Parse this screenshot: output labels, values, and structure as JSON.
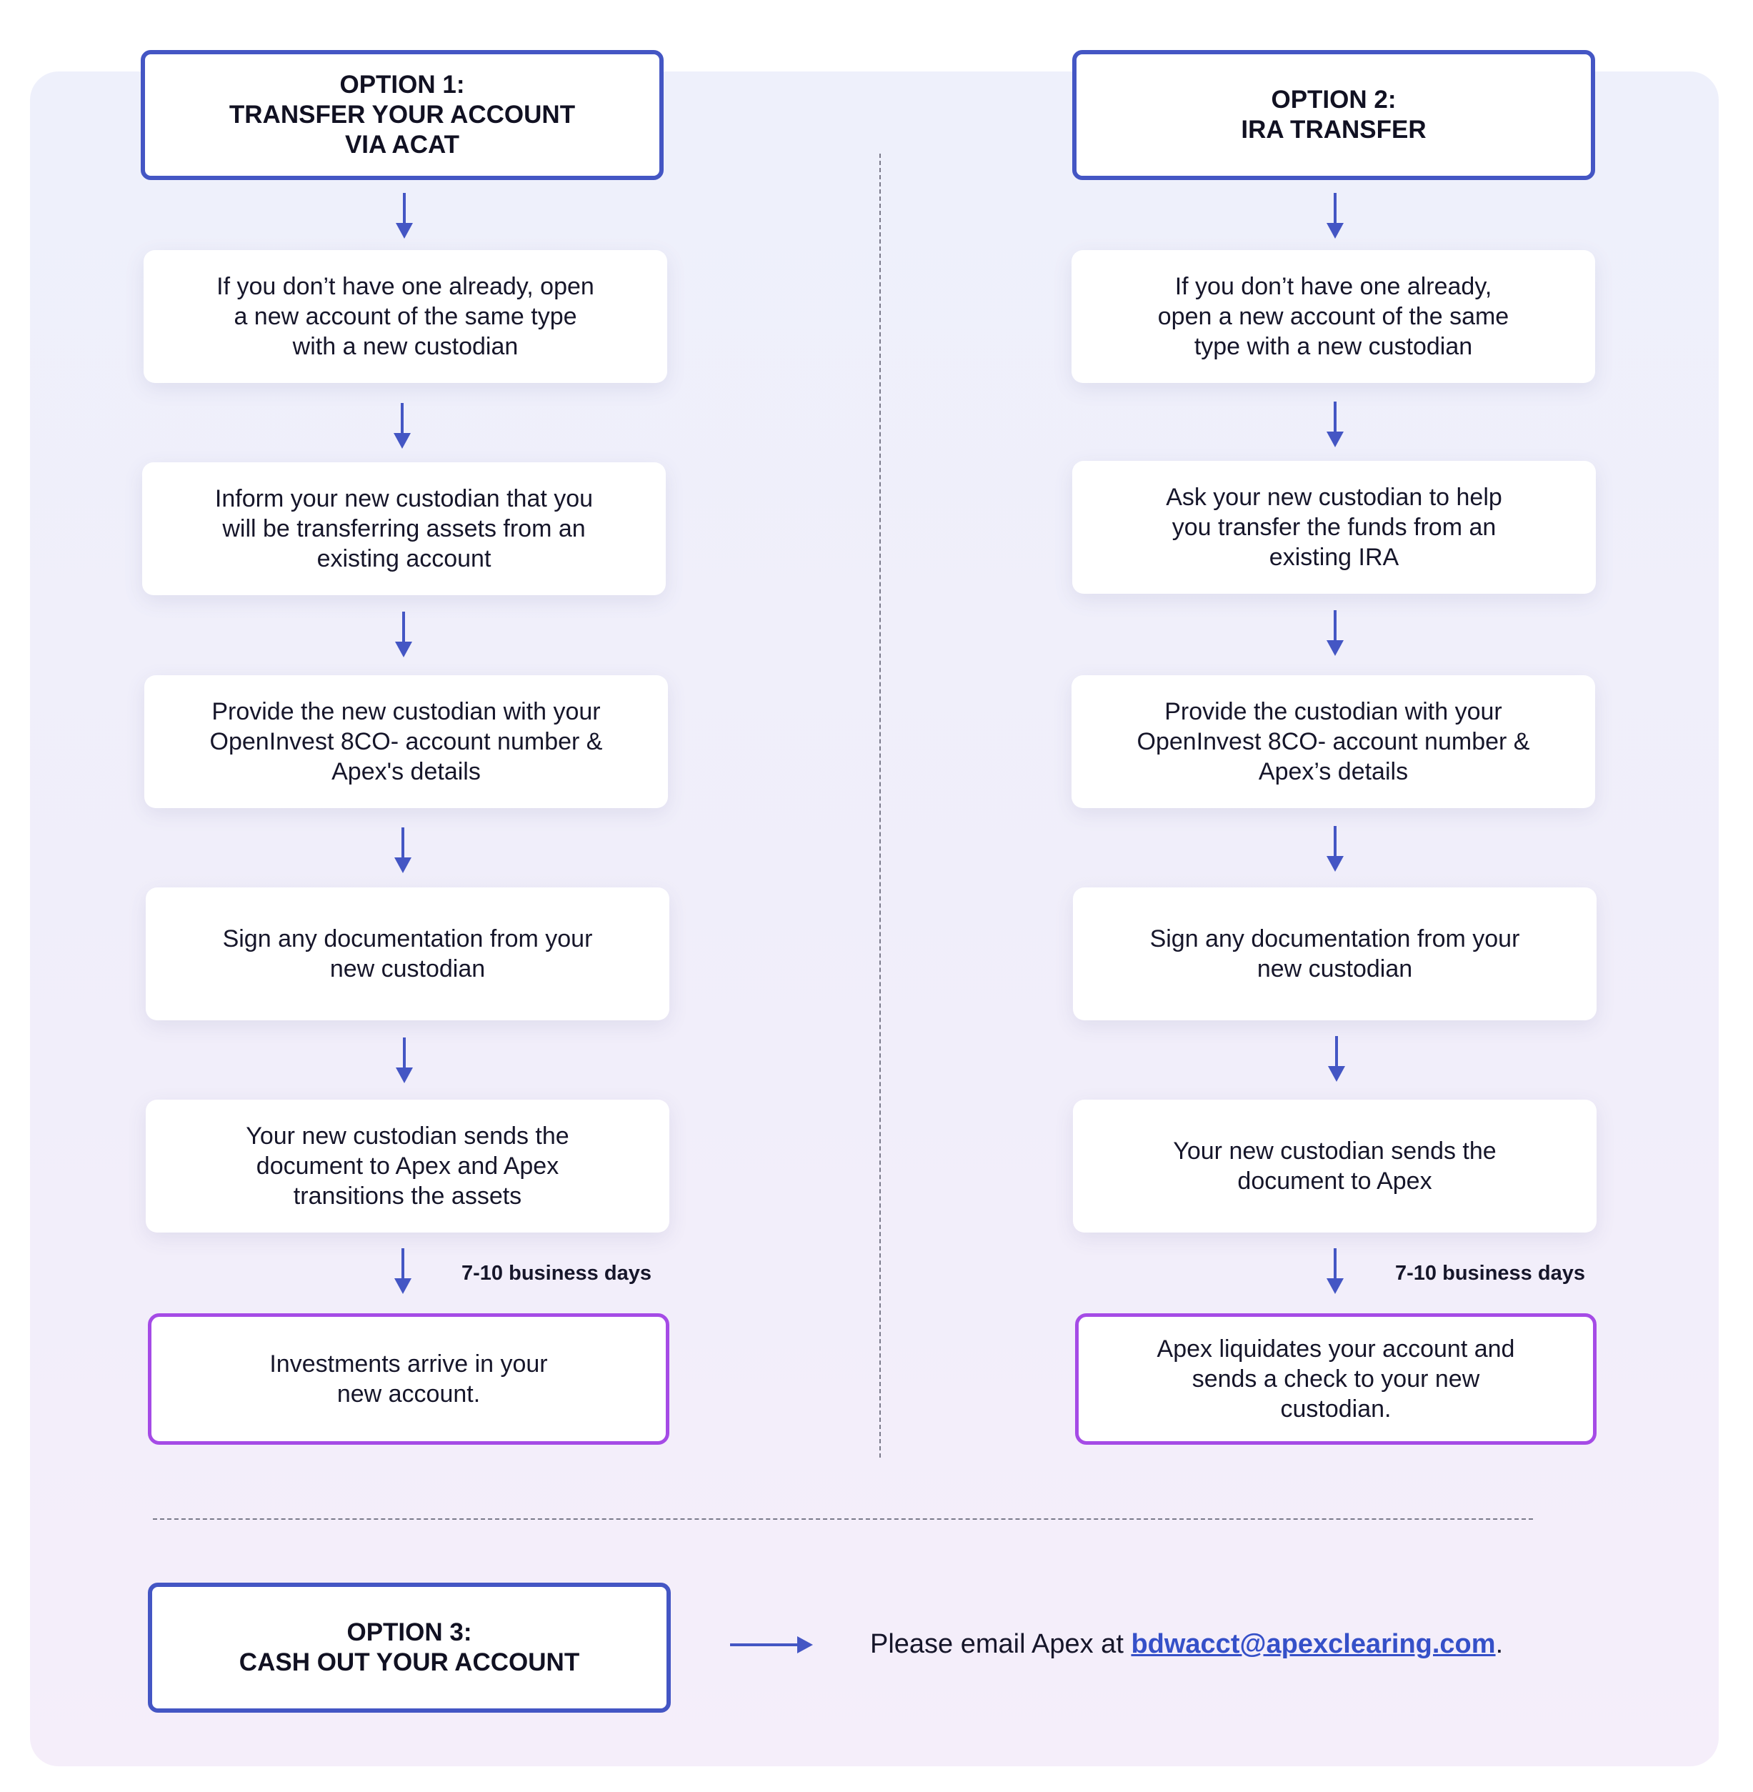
{
  "option1": {
    "title": "OPTION 1:\nTRANSFER YOUR ACCOUNT\nVIA ACAT",
    "steps": [
      "If you don’t have one already, open\na new account of the same type\nwith a new custodian",
      "Inform your new custodian that you\nwill be transferring assets from an\nexisting account",
      "Provide the new custodian with your\nOpenInvest 8CO- account number &\nApex's details",
      "Sign any documentation from your\nnew custodian",
      "Your new custodian sends the\ndocument to Apex and Apex\ntransitions the assets"
    ],
    "duration": "7-10 business days",
    "result": "Investments arrive in your\nnew account."
  },
  "option2": {
    "title": "OPTION 2:\nIRA TRANSFER",
    "steps": [
      "If you don’t have one already,\nopen a new account of the same\ntype with a new custodian",
      "Ask your new custodian to help\nyou transfer the funds from an\nexisting IRA",
      "Provide the custodian with your\nOpenInvest 8CO- account number &\nApex’s details",
      "Sign any documentation from your\nnew custodian",
      "Your new custodian sends the\ndocument to Apex"
    ],
    "duration": "7-10 business days",
    "result": "Apex liquidates your account and\nsends a check to your new\ncustodian."
  },
  "option3": {
    "title": "OPTION 3:\nCASH OUT YOUR ACCOUNT",
    "email_prefix": "Please email Apex at ",
    "email": "bdwacct@apexclearing.com",
    "email_suffix": "."
  },
  "colors": {
    "accent_blue": "#4456c4",
    "final_purple": "#a54be6",
    "link_blue": "#3550c8"
  }
}
